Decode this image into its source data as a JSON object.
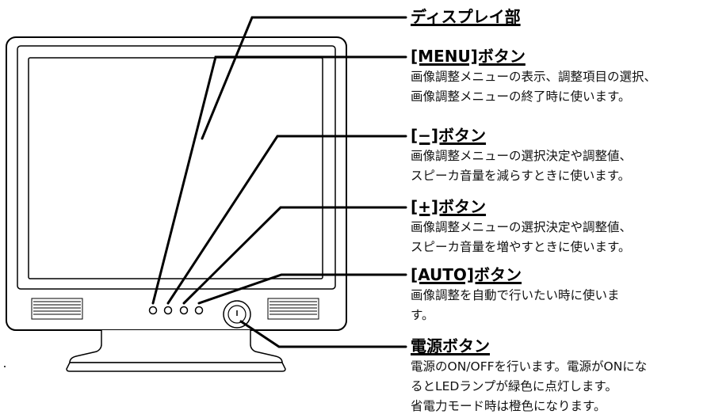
{
  "callouts": [
    {
      "id": "display",
      "title": "ディスプレイ部",
      "lines": []
    },
    {
      "id": "menu",
      "title": "[MENU]ボタン",
      "lines": [
        "画像調整メニューの表示、調整項目の選択、",
        "画像調整メニューの終了時に使います。"
      ]
    },
    {
      "id": "minus",
      "title": "[−]ボタン",
      "lines": [
        "画像調整メニューの選択決定や調整値、",
        "スピーカ音量を減らすときに使います。"
      ]
    },
    {
      "id": "plus",
      "title": "[+]ボタン",
      "lines": [
        "画像調整メニューの選択決定や調整値、",
        "スピーカ音量を増やすときに使います。"
      ]
    },
    {
      "id": "auto",
      "title": "[AUTO]ボタン",
      "lines": [
        "画像調整を自動で行いたい時に使いま",
        "す。"
      ]
    },
    {
      "id": "power",
      "title": "電源ボタン",
      "lines": [
        "電源のON/OFFを行います。電源がONにな",
        "るとLEDランプが緑色に点灯します。",
        "省電力モード時は橙色になります。"
      ]
    }
  ]
}
